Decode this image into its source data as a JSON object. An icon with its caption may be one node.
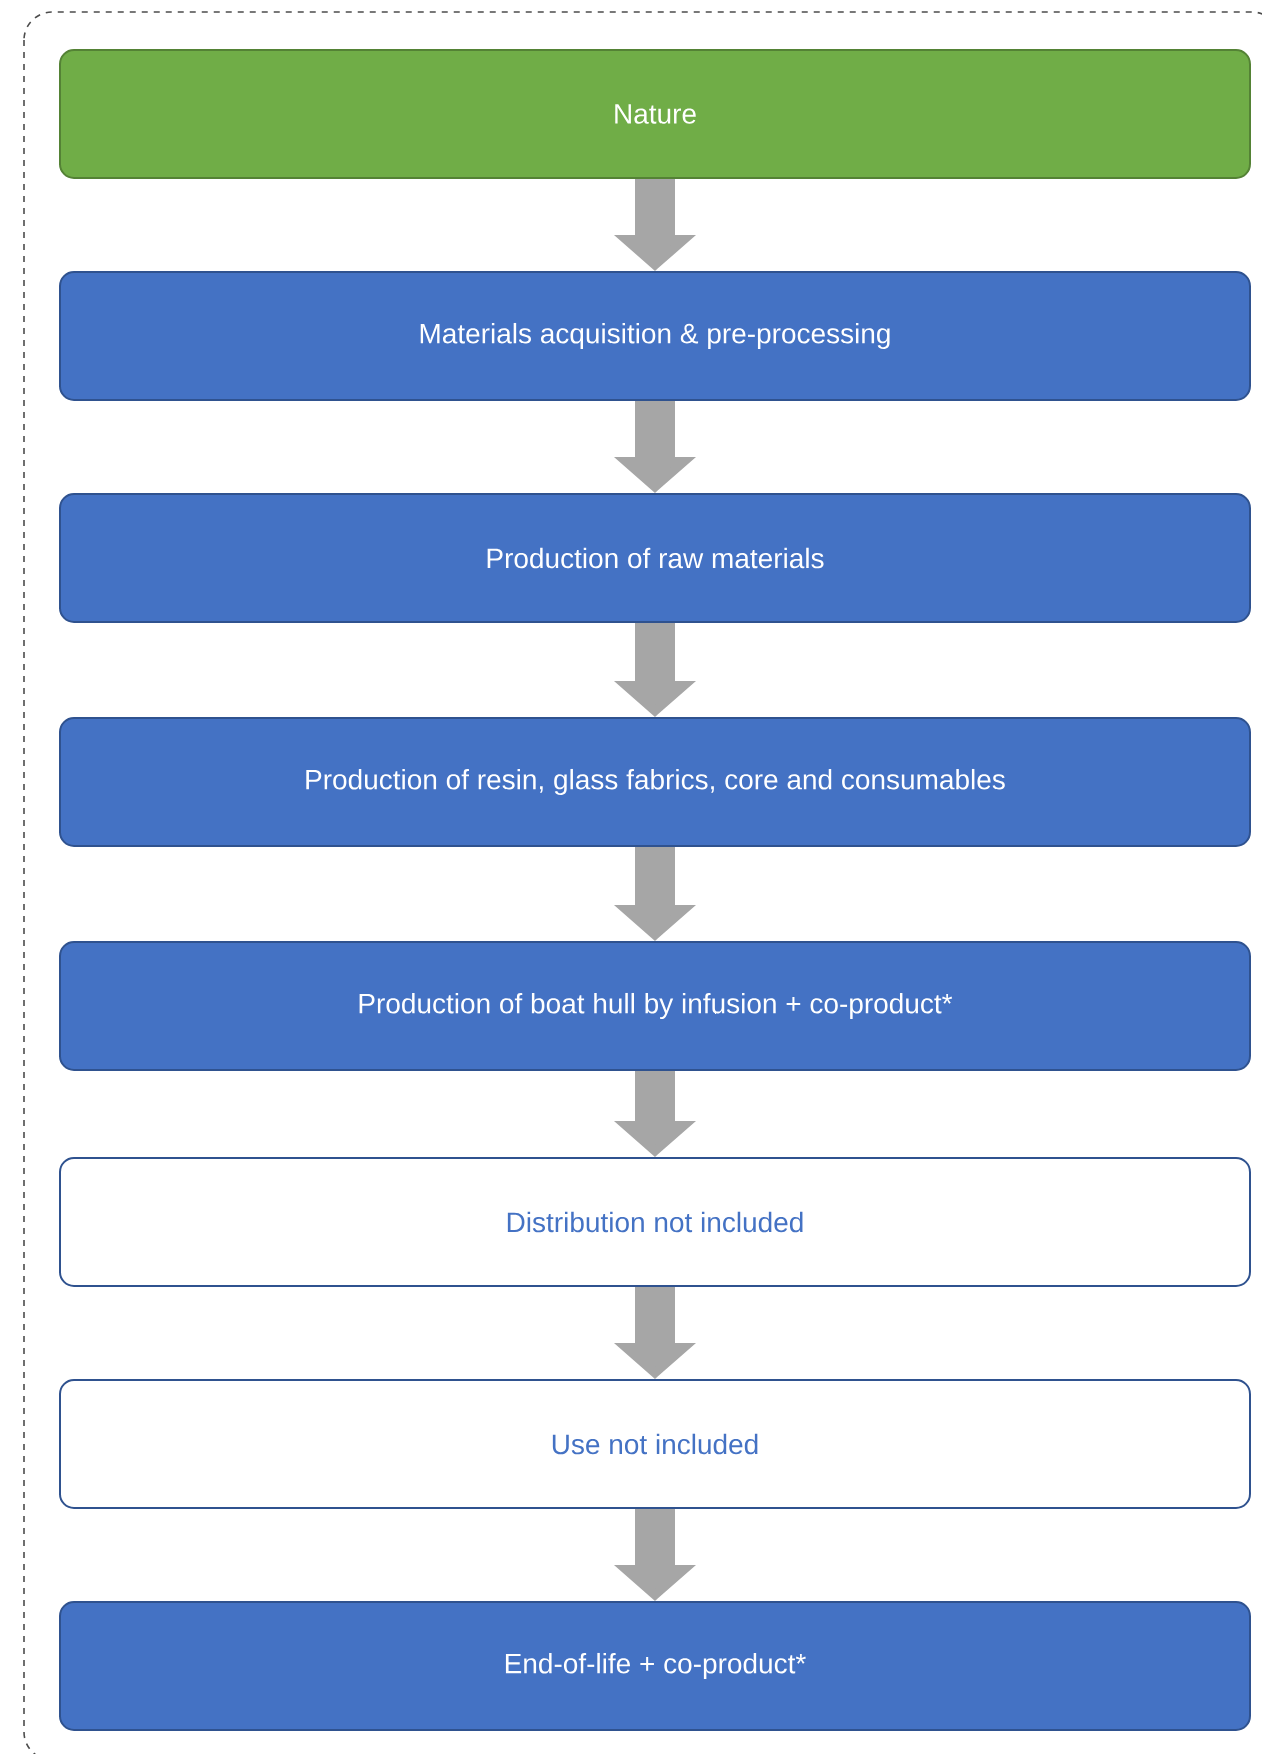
{
  "diagram": {
    "nodes": [
      {
        "text": [
          "Nature"
        ]
      },
      {
        "text": [
          "Materials acquisition & pre-processing"
        ]
      },
      {
        "text": [
          "Production of raw materials"
        ]
      },
      {
        "text": [
          "Production of resin, glass fabrics, core and consumables"
        ]
      },
      {
        "text": [
          "Production of boat hull by infusion + co-product*"
        ]
      },
      {
        "text": [
          "Distribution not included"
        ]
      },
      {
        "text": [
          "Use not included"
        ]
      },
      {
        "text": [
          "End-of-life + co-product*"
        ]
      }
    ],
    "edges": [
      {
        "from": 0,
        "to": 1,
        "arrow": "to"
      },
      {
        "from": 1,
        "to": 2,
        "arrow": "to"
      },
      {
        "from": 2,
        "to": 3,
        "arrow": "to"
      },
      {
        "from": 3,
        "to": 4,
        "arrow": "to"
      },
      {
        "from": 4,
        "to": 5,
        "arrow": "to"
      },
      {
        "from": 5,
        "to": 6,
        "arrow": "to"
      },
      {
        "from": 6,
        "to": 7,
        "arrow": "to"
      }
    ]
  }
}
